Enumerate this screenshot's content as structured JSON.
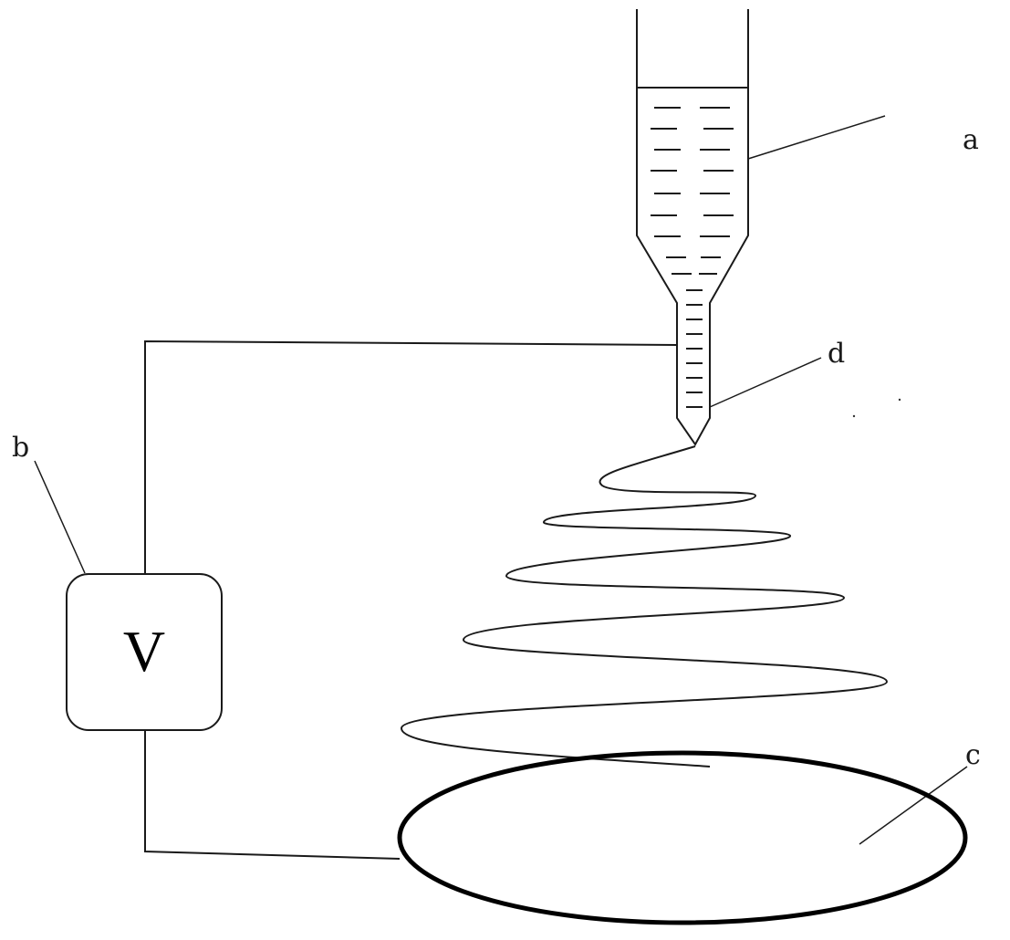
{
  "labels": {
    "a": "a",
    "b": "b",
    "c": "c",
    "d": "d"
  },
  "voltage_source": {
    "symbol": "V"
  }
}
